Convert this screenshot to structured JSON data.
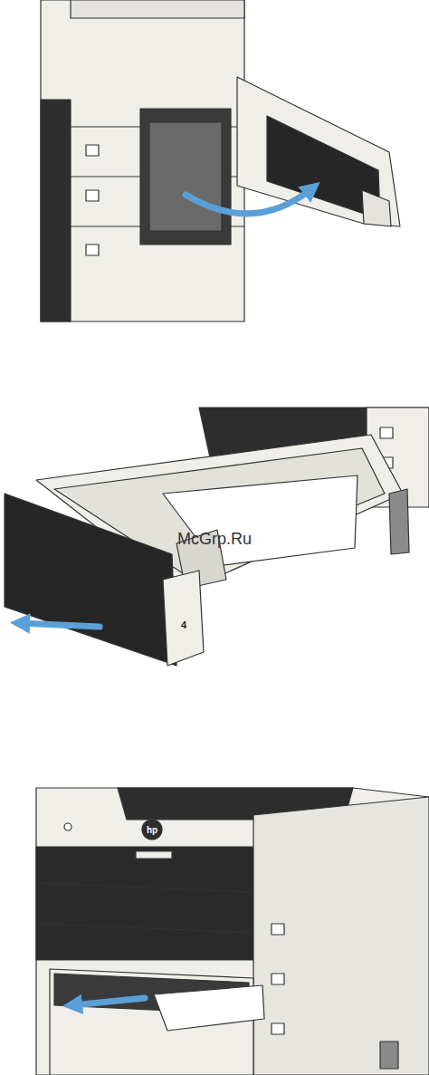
{
  "diagram": {
    "labels": [
      "McGrp.Ru",
      "4",
      "hp"
    ]
  }
}
